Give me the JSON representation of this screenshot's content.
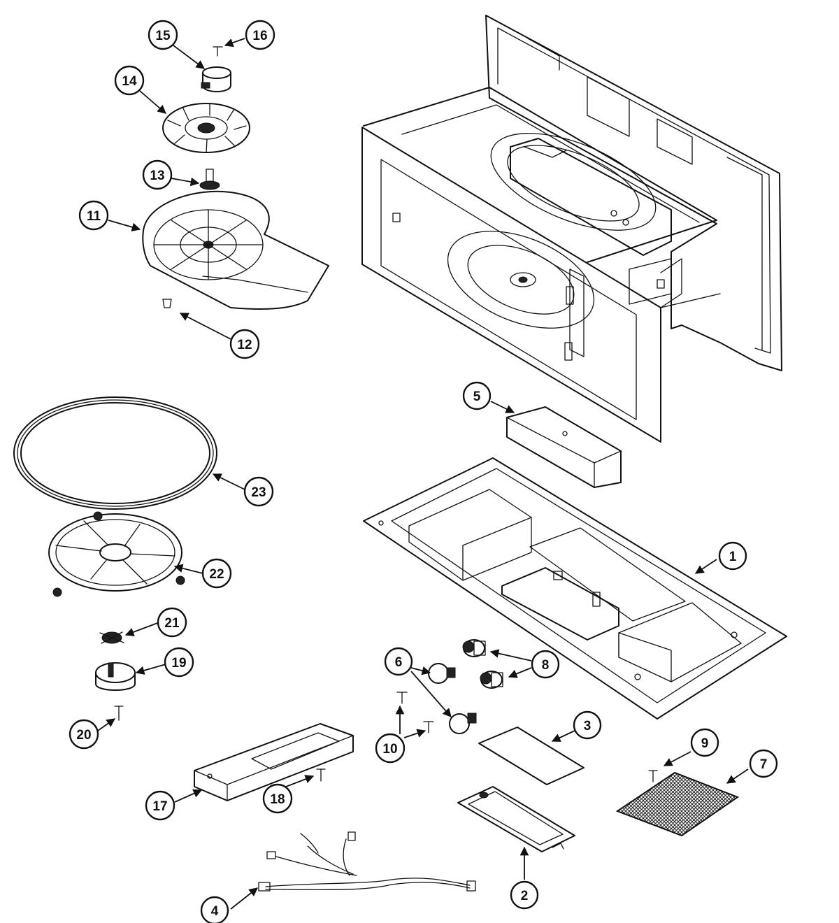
{
  "callouts": [
    {
      "id": "1",
      "label": "1"
    },
    {
      "id": "2",
      "label": "2"
    },
    {
      "id": "3",
      "label": "3"
    },
    {
      "id": "4",
      "label": "4"
    },
    {
      "id": "5",
      "label": "5"
    },
    {
      "id": "6",
      "label": "6"
    },
    {
      "id": "7",
      "label": "7"
    },
    {
      "id": "8",
      "label": "8"
    },
    {
      "id": "9",
      "label": "9"
    },
    {
      "id": "10",
      "label": "10"
    },
    {
      "id": "11",
      "label": "11"
    },
    {
      "id": "12",
      "label": "12"
    },
    {
      "id": "13",
      "label": "13"
    },
    {
      "id": "14",
      "label": "14"
    },
    {
      "id": "15",
      "label": "15"
    },
    {
      "id": "16",
      "label": "16"
    },
    {
      "id": "17",
      "label": "17"
    },
    {
      "id": "18",
      "label": "18"
    },
    {
      "id": "19",
      "label": "19"
    },
    {
      "id": "20",
      "label": "20"
    },
    {
      "id": "21",
      "label": "21"
    },
    {
      "id": "22",
      "label": "22"
    },
    {
      "id": "23",
      "label": "23"
    }
  ],
  "colors": {
    "line": "#111111",
    "background": "#ffffff"
  }
}
